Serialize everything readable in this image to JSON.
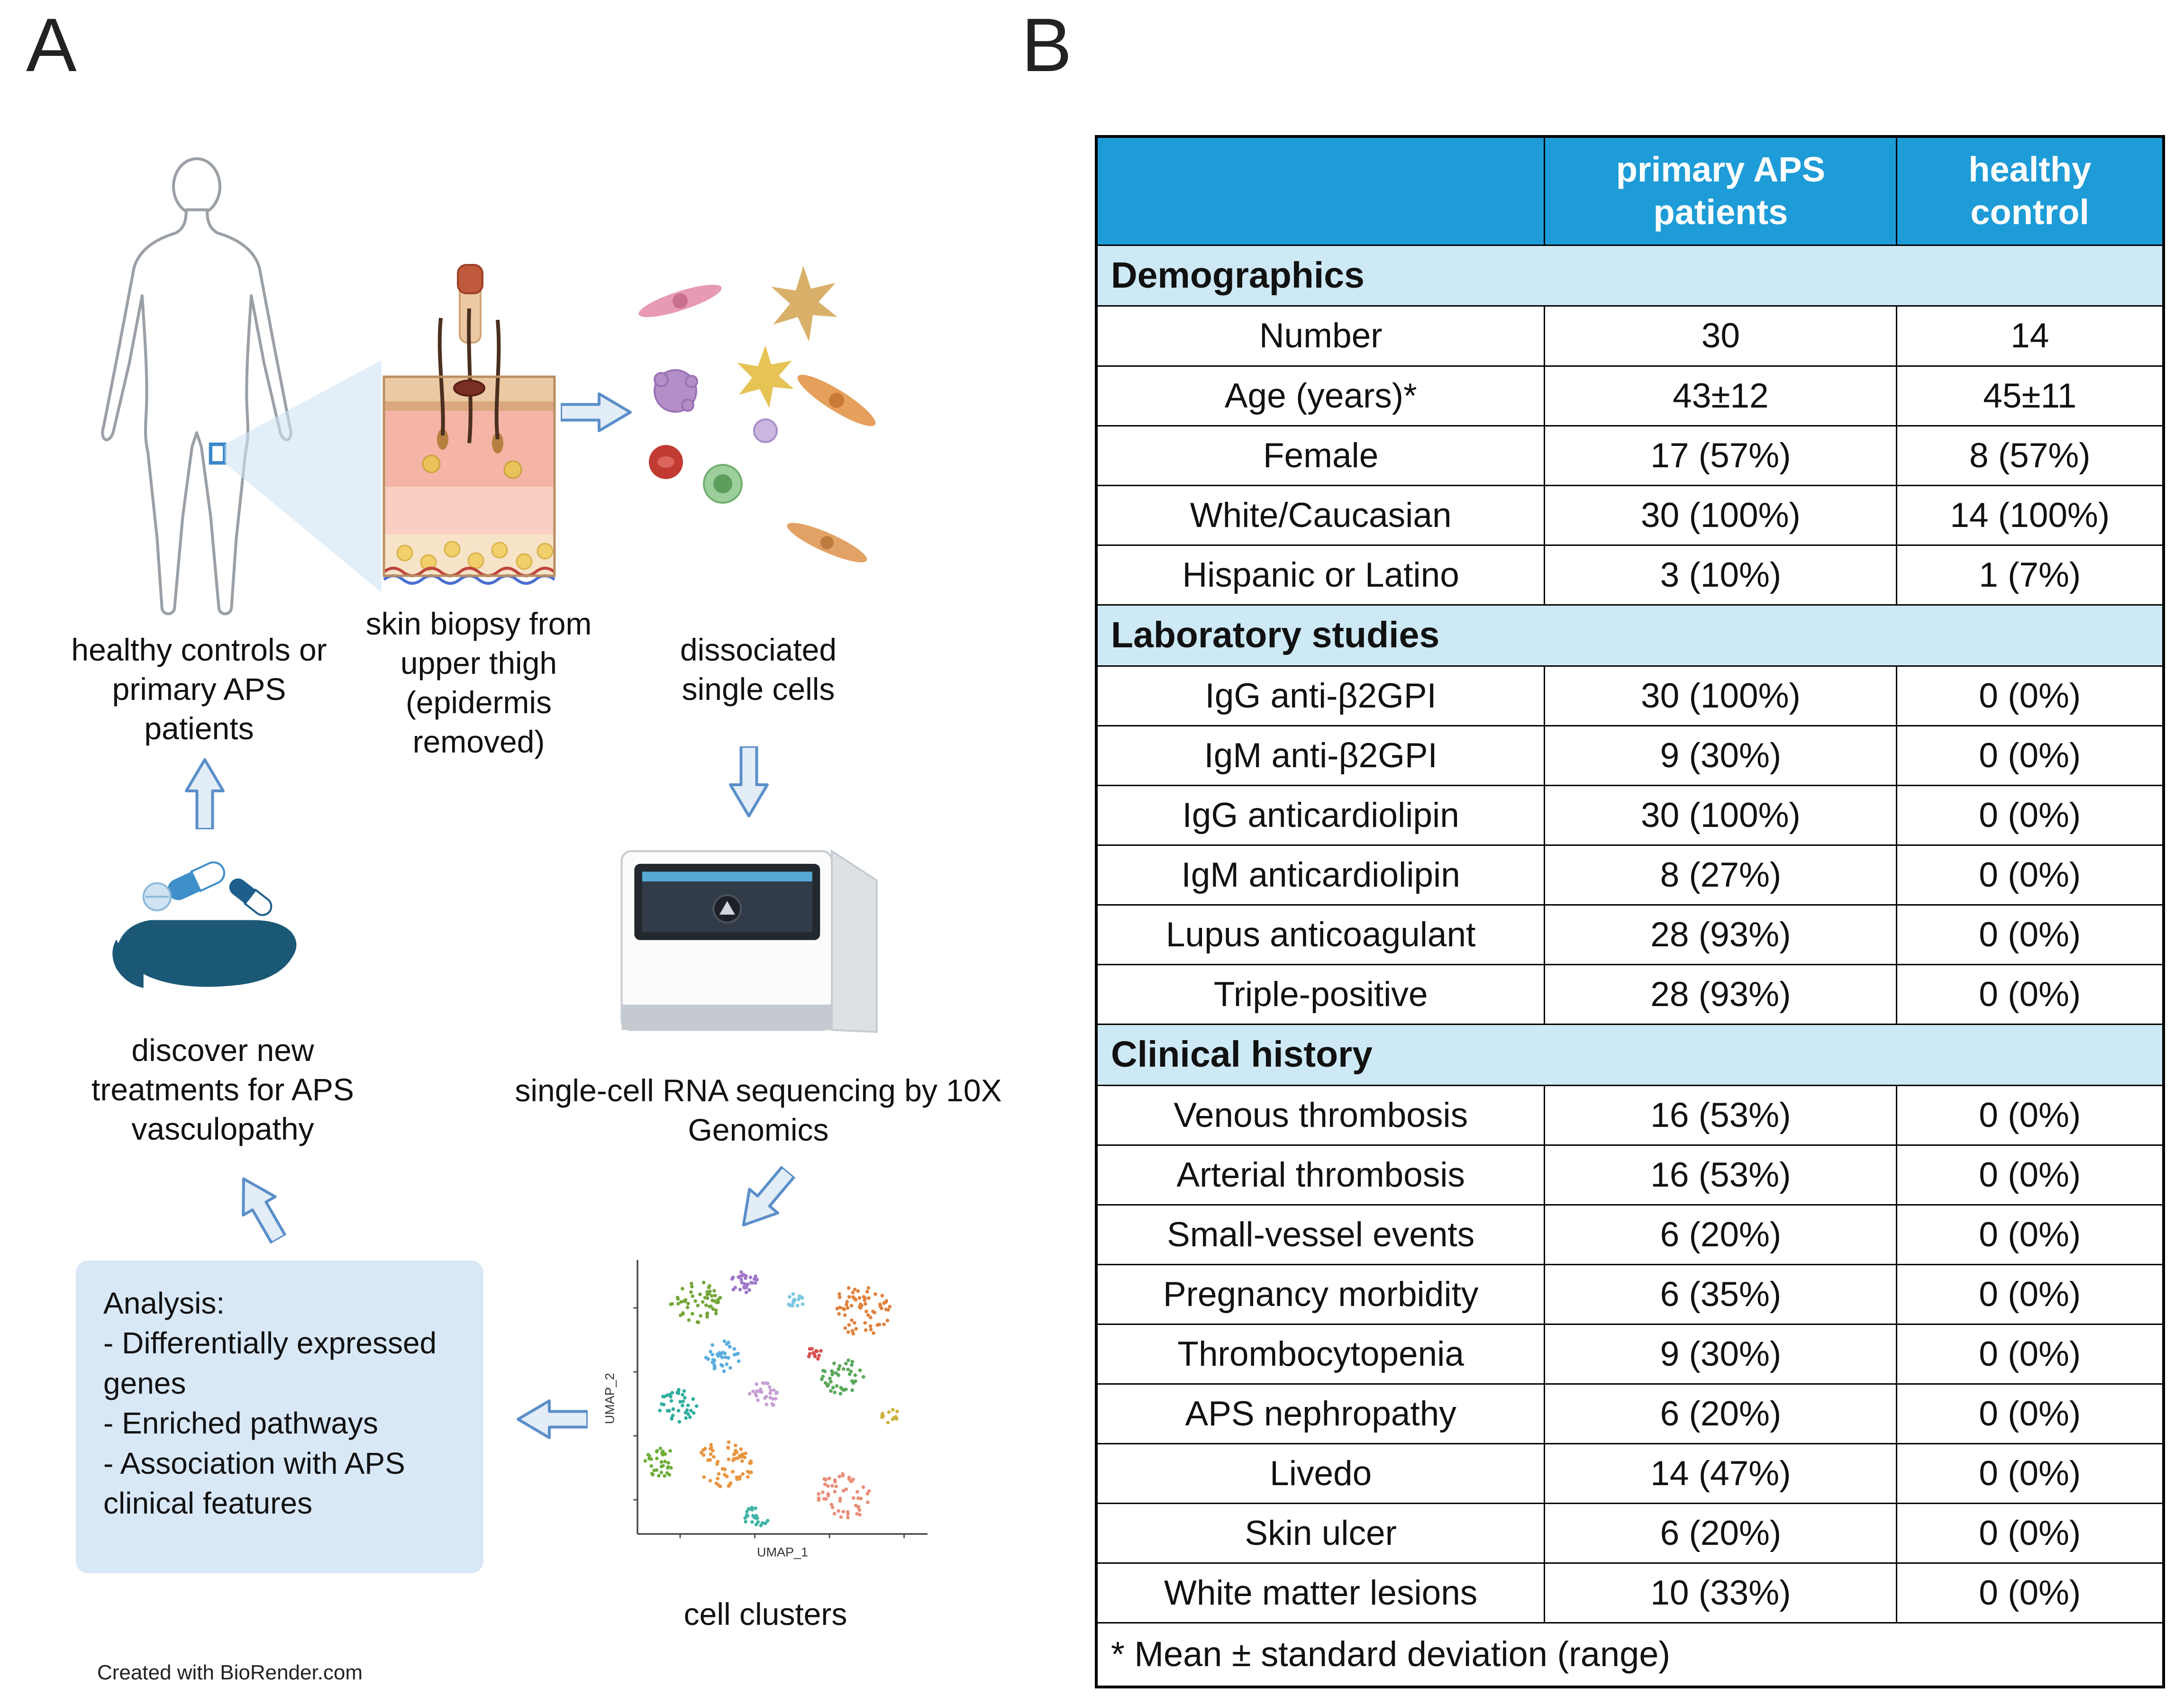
{
  "panel_a": {
    "label": "A",
    "captions": {
      "body": "healthy controls or primary APS patients",
      "biopsy": "skin biopsy from upper thigh (epidermis removed)",
      "cells": "dissociated single cells",
      "sequencer": "single-cell RNA sequencing by 10X Genomics",
      "clusters": "cell clusters",
      "treatments": "discover new treatments for APS vasculopathy"
    },
    "analysis_box": {
      "title": "Analysis:",
      "items": [
        "- Differentially expressed genes",
        "- Enriched pathways",
        "- Association with APS clinical features"
      ]
    },
    "umap_axes": {
      "x": "UMAP_1",
      "y": "UMAP_2"
    },
    "credit": "Created with BioRender.com",
    "icons": [
      "human-body-icon",
      "skin-biopsy-icon",
      "single-cells-icon",
      "sequencer-icon",
      "umap-plot-icon",
      "hand-pills-icon",
      "block-arrow-icon"
    ]
  },
  "panel_b": {
    "label": "B",
    "table": {
      "columns": [
        "primary APS patients",
        "healthy control"
      ],
      "sections": [
        {
          "title": "Demographics",
          "rows": [
            {
              "label": "Number",
              "aps": "30",
              "hc": "14"
            },
            {
              "label": "Age (years)*",
              "aps": "43±12",
              "hc": "45±11"
            },
            {
              "label": "Female",
              "aps": "17 (57%)",
              "hc": "8 (57%)"
            },
            {
              "label": "White/Caucasian",
              "aps": "30 (100%)",
              "hc": "14 (100%)"
            },
            {
              "label": "Hispanic or Latino",
              "aps": "3 (10%)",
              "hc": "1 (7%)"
            }
          ]
        },
        {
          "title": "Laboratory studies",
          "rows": [
            {
              "label": "IgG anti-β2GPI",
              "aps": "30 (100%)",
              "hc": "0 (0%)"
            },
            {
              "label": "IgM anti-β2GPI",
              "aps": "9 (30%)",
              "hc": "0 (0%)"
            },
            {
              "label": "IgG anticardiolipin",
              "aps": "30 (100%)",
              "hc": "0 (0%)"
            },
            {
              "label": "IgM anticardiolipin",
              "aps": "8 (27%)",
              "hc": "0 (0%)"
            },
            {
              "label": "Lupus anticoagulant",
              "aps": "28 (93%)",
              "hc": "0 (0%)"
            },
            {
              "label": "Triple-positive",
              "aps": "28 (93%)",
              "hc": "0 (0%)"
            }
          ]
        },
        {
          "title": "Clinical history",
          "rows": [
            {
              "label": "Venous thrombosis",
              "aps": "16 (53%)",
              "hc": "0 (0%)"
            },
            {
              "label": "Arterial thrombosis",
              "aps": "16 (53%)",
              "hc": "0 (0%)"
            },
            {
              "label": "Small-vessel events",
              "aps": "6 (20%)",
              "hc": "0 (0%)"
            },
            {
              "label": "Pregnancy morbidity",
              "aps": "6 (35%)",
              "hc": "0 (0%)"
            },
            {
              "label": "Thrombocytopenia",
              "aps": "9 (30%)",
              "hc": "0 (0%)"
            },
            {
              "label": "APS nephropathy",
              "aps": "6 (20%)",
              "hc": "0 (0%)"
            },
            {
              "label": "Livedo",
              "aps": "14 (47%)",
              "hc": "0 (0%)"
            },
            {
              "label": "Skin ulcer",
              "aps": "6 (20%)",
              "hc": "0 (0%)"
            },
            {
              "label": "White matter lesions",
              "aps": "10 (33%)",
              "hc": "0 (0%)"
            }
          ]
        }
      ],
      "footnote": "* Mean ± standard deviation (range)"
    }
  },
  "colors": {
    "table_header_bg": "#1e9cd7",
    "table_section_bg": "#cde9f6",
    "analysis_box_bg": "#d9e8f7",
    "arrow_fill": "#e3edf8",
    "arrow_stroke": "#5b8fc9",
    "highlight_square": "#3a87c8"
  }
}
